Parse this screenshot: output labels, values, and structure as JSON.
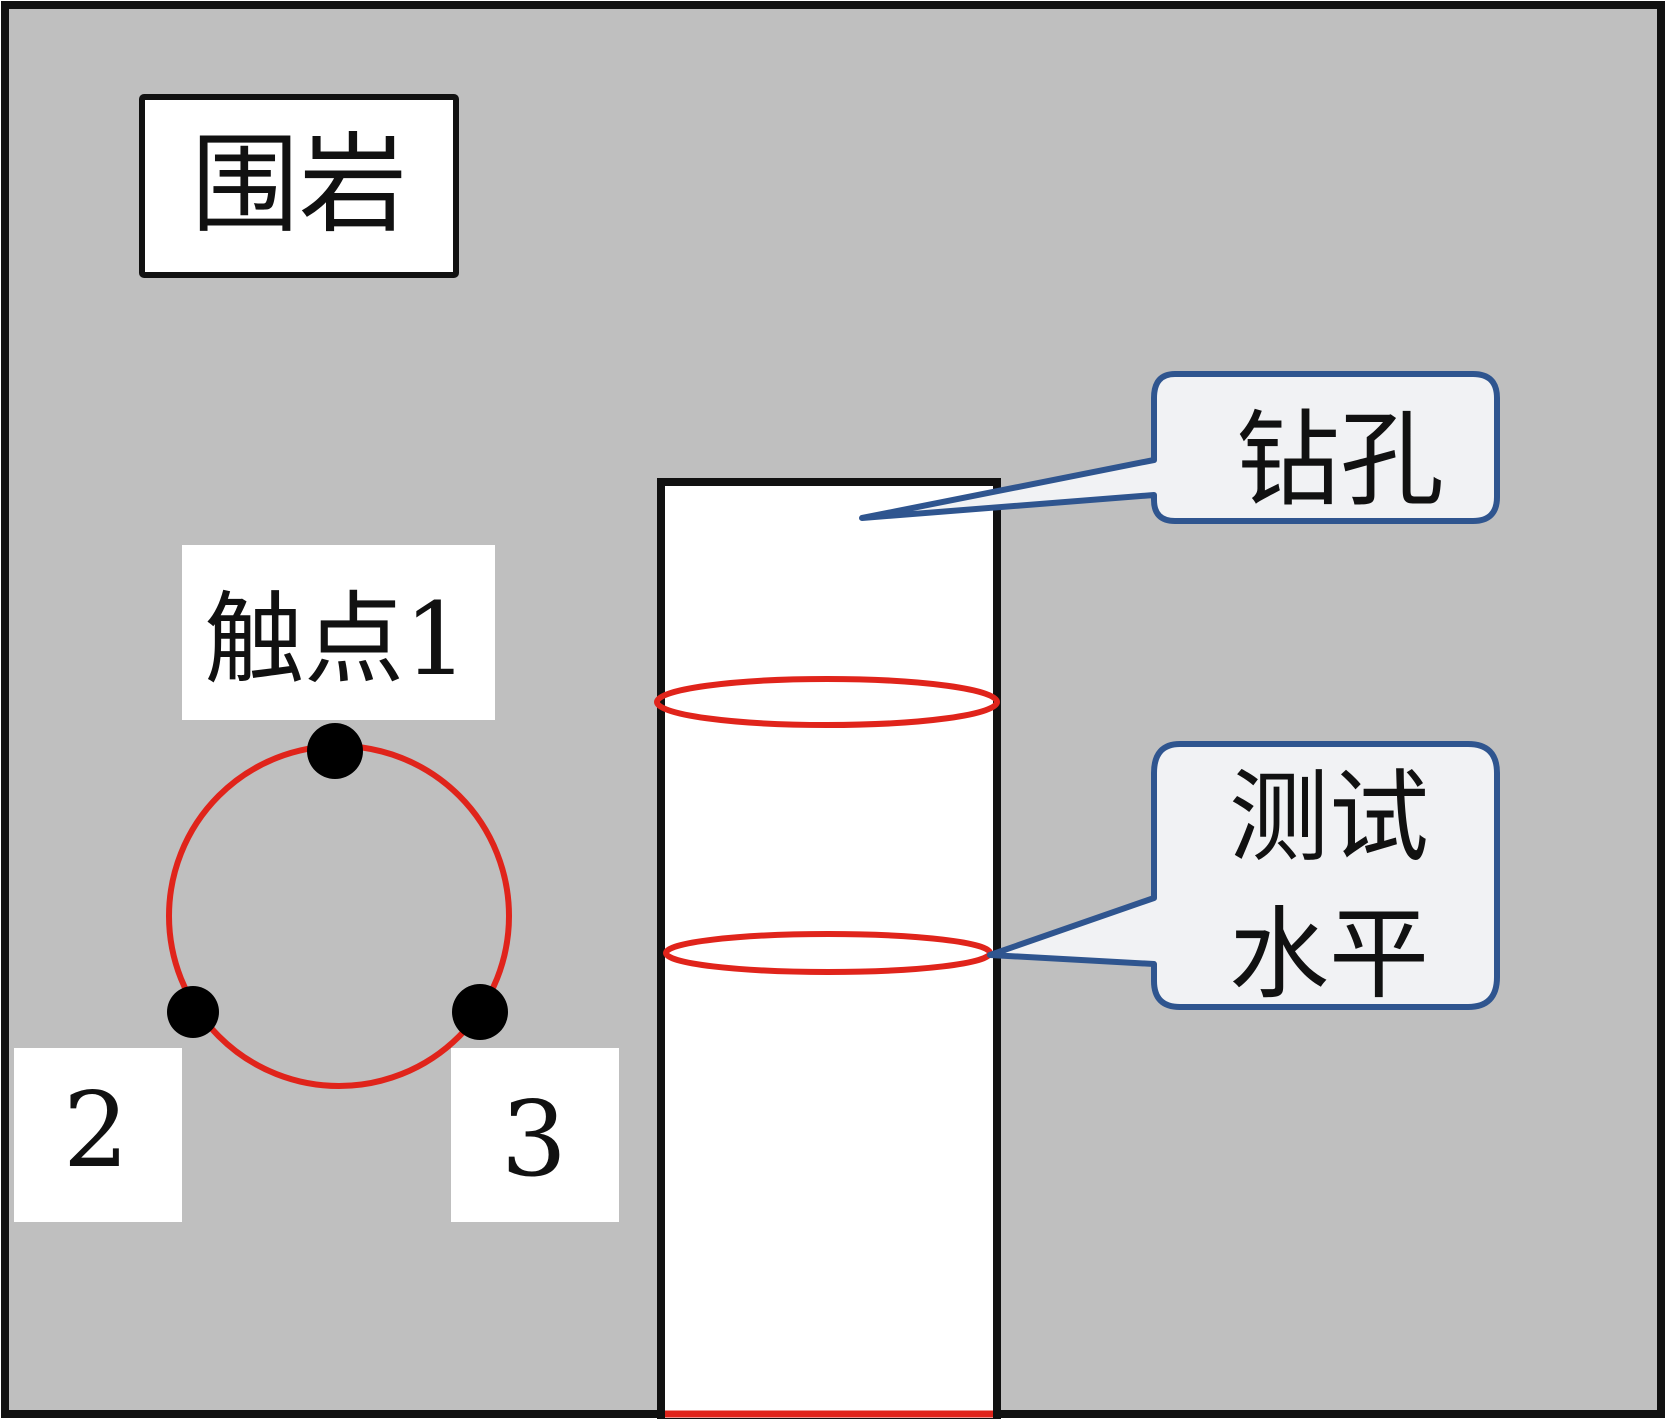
{
  "labels": {
    "surrounding_rock": "围岩",
    "borehole": "钻孔",
    "test_level_line1": "测试",
    "test_level_line2": "水平",
    "contact_1": "触点1",
    "contact_2": "2",
    "contact_3": "3"
  },
  "colors": {
    "rock_background": "#bfbfbf",
    "outline": "#111111",
    "ring_red": "#e0241b",
    "callout_border": "#2f558f",
    "callout_fill": "#f1f2f4",
    "label_box_fill": "#ffffff",
    "contact_dot": "#000000"
  }
}
